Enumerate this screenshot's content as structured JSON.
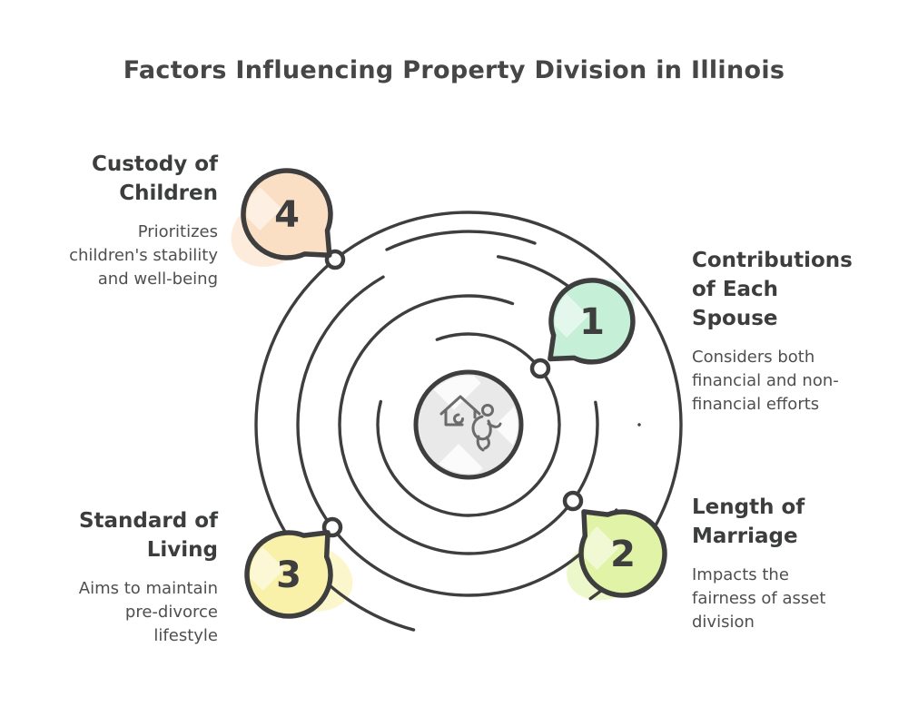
{
  "title": "Factors Influencing Property Division in Illinois",
  "colors": {
    "background": "#ffffff",
    "ink": "#3e3e3e",
    "title_text": "#464646",
    "heading_text": "#3c3d3d",
    "body_text": "#4f4f4f",
    "center_fill": "#e9e9e9",
    "icon_stroke": "#6b6b6b",
    "node_fill": "#ffffff",
    "sparkle": "#ffffff"
  },
  "center": {
    "icons": [
      "home-icon",
      "child-icon"
    ]
  },
  "steps": [
    {
      "number": "1",
      "title": "Contributions of Each Spouse",
      "title_lines": [
        "Contributions",
        "of Each",
        "Spouse"
      ],
      "description": "Considers both financial and non-financial efforts",
      "description_lines": [
        "Considers both",
        "financial and non-",
        "financial efforts"
      ],
      "bubble_color": "#c6efd8"
    },
    {
      "number": "2",
      "title": "Length of Marriage",
      "title_lines": [
        "Length of",
        "Marriage"
      ],
      "description": "Impacts the fairness of asset division",
      "description_lines": [
        "Impacts the",
        "fairness of asset",
        "division"
      ],
      "bubble_color": "#e1f3a6"
    },
    {
      "number": "3",
      "title": "Standard of Living",
      "title_lines": [
        "Standard of",
        "Living"
      ],
      "description": "Aims to maintain pre-divorce lifestyle",
      "description_lines": [
        "Aims to maintain",
        "pre-divorce",
        "lifestyle"
      ],
      "bubble_color": "#f9f0aa"
    },
    {
      "number": "4",
      "title": "Custody of Children",
      "title_lines": [
        "Custody of",
        "Children"
      ],
      "description": "Prioritizes children's stability and well-being",
      "description_lines": [
        "Prioritizes",
        "children's stability",
        "and well-being"
      ],
      "bubble_color": "#fbdfc4"
    }
  ]
}
